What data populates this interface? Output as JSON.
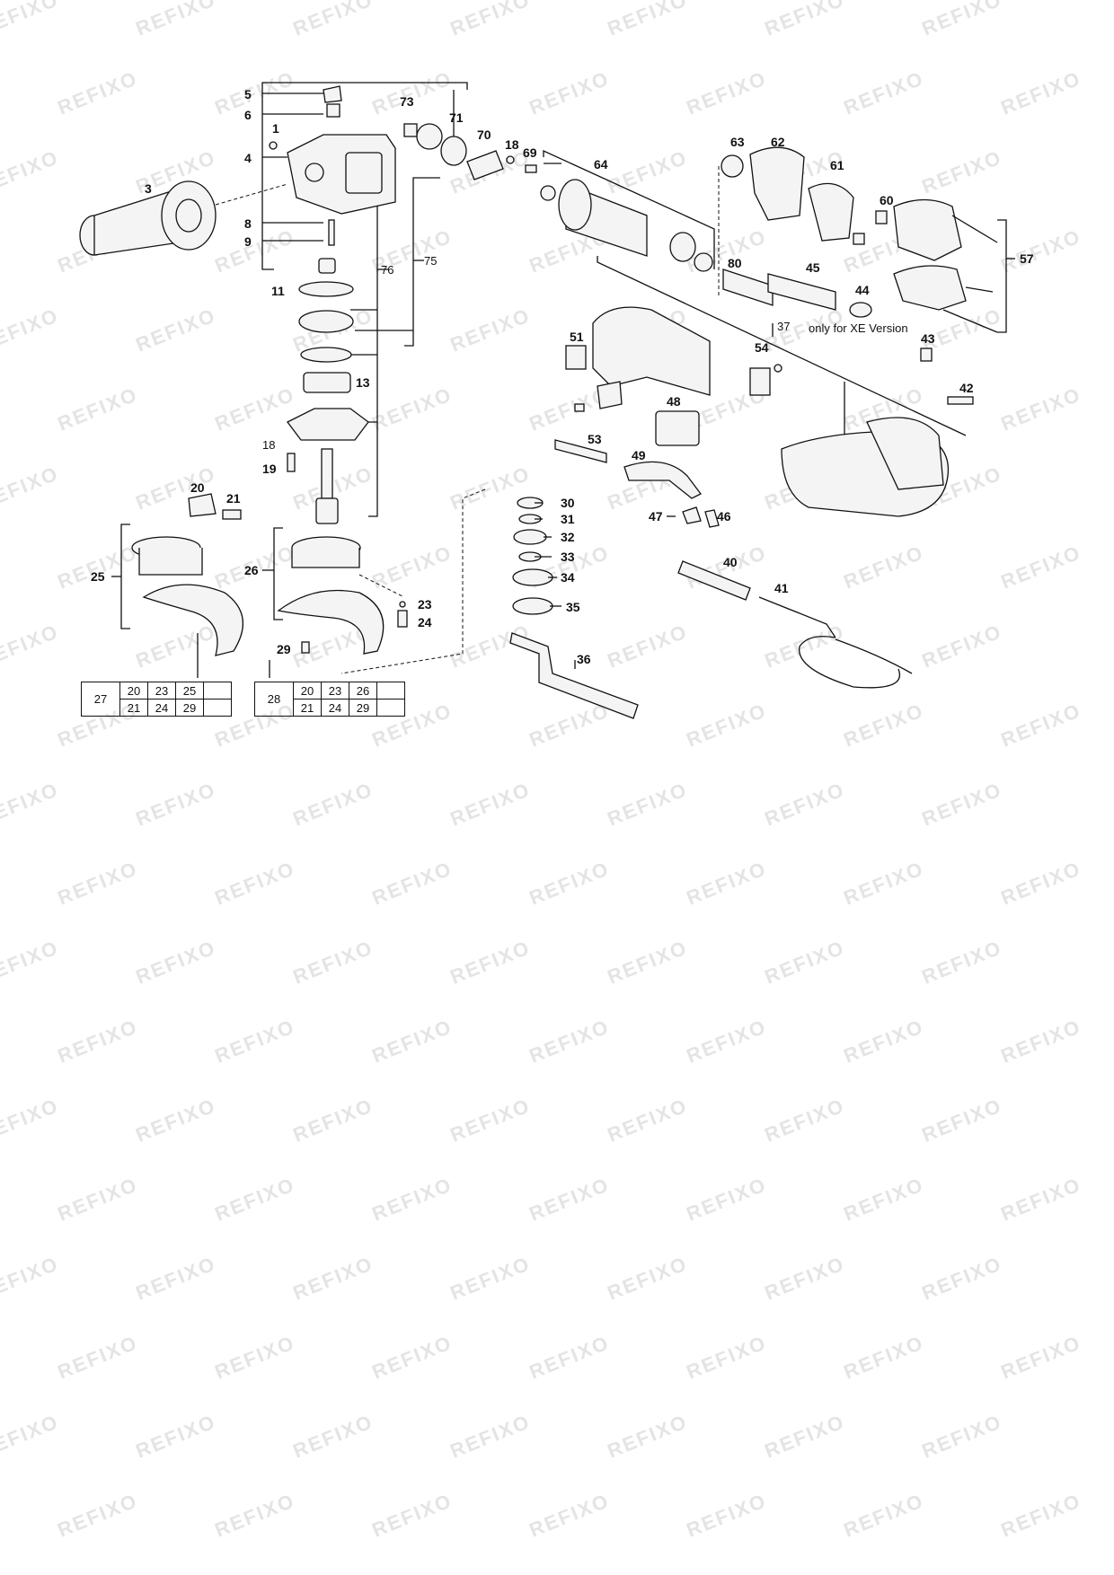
{
  "watermark": "REFIXO",
  "note": "only for XE Version",
  "labels": {
    "p1": "1",
    "p3": "3",
    "p4": "4",
    "p5": "5",
    "p6": "6",
    "p8": "8",
    "p9": "9",
    "p11": "11",
    "p13": "13",
    "p18a": "18",
    "p18b": "18",
    "p19": "19",
    "p20": "20",
    "p21": "21",
    "p23": "23",
    "p24": "24",
    "p25": "25",
    "p26": "26",
    "p29": "29",
    "p30": "30",
    "p31": "31",
    "p32": "32",
    "p33": "33",
    "p34": "34",
    "p35": "35",
    "p36": "36",
    "p37": "37",
    "p40": "40",
    "p41": "41",
    "p42": "42",
    "p43": "43",
    "p44": "44",
    "p45": "45",
    "p46": "46",
    "p47": "47",
    "p48": "48",
    "p49": "49",
    "p51": "51",
    "p53": "53",
    "p54": "54",
    "p57": "57",
    "p60": "60",
    "p61": "61",
    "p62": "62",
    "p63": "63",
    "p64": "64",
    "p69": "69",
    "p70": "70",
    "p71": "71",
    "p73": "73",
    "p75": "75",
    "p76": "76",
    "p80": "80"
  },
  "kits": [
    {
      "kit": "27",
      "rows": [
        [
          "20",
          "23",
          "25",
          ""
        ],
        [
          "21",
          "24",
          "29",
          ""
        ]
      ]
    },
    {
      "kit": "28",
      "rows": [
        [
          "20",
          "23",
          "26",
          ""
        ],
        [
          "21",
          "24",
          "29",
          ""
        ]
      ]
    }
  ],
  "colors": {
    "line": "#111111",
    "watermark": "#e4e4e4"
  }
}
